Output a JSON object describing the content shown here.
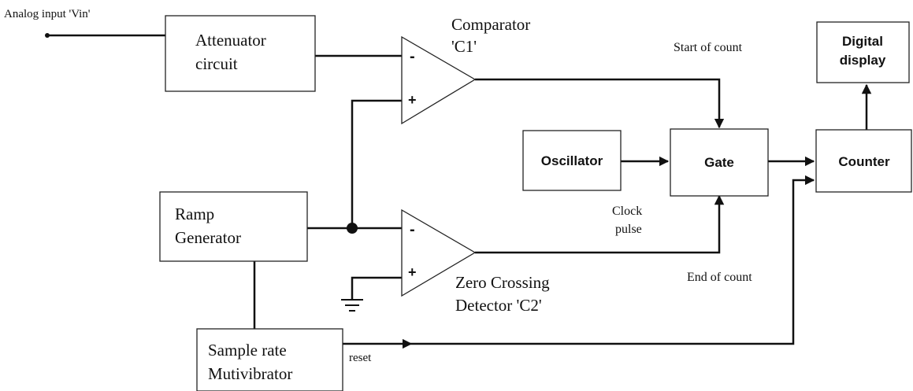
{
  "labels": {
    "analog_input": "Analog input 'Vin'",
    "start_of_count": "Start of count",
    "end_of_count": "End of count",
    "clock": "Clock",
    "pulse": "pulse",
    "reset": "reset"
  },
  "blocks": {
    "attenuator": [
      "Attenuator",
      "circuit"
    ],
    "ramp_generator": [
      "Ramp",
      "Generator"
    ],
    "sample_rate": [
      "Sample rate",
      "Mutivibrator"
    ],
    "oscillator": "Oscillator",
    "gate": "Gate",
    "counter": "Counter",
    "digital_display": [
      "Digital",
      "display"
    ]
  },
  "comparators": {
    "c1": {
      "title": [
        "Comparator",
        "'C1'"
      ],
      "minus": "-",
      "plus": "+"
    },
    "c2": {
      "title": [
        "Zero Crossing",
        "Detector 'C2'"
      ],
      "minus": "-",
      "plus": "+"
    }
  }
}
